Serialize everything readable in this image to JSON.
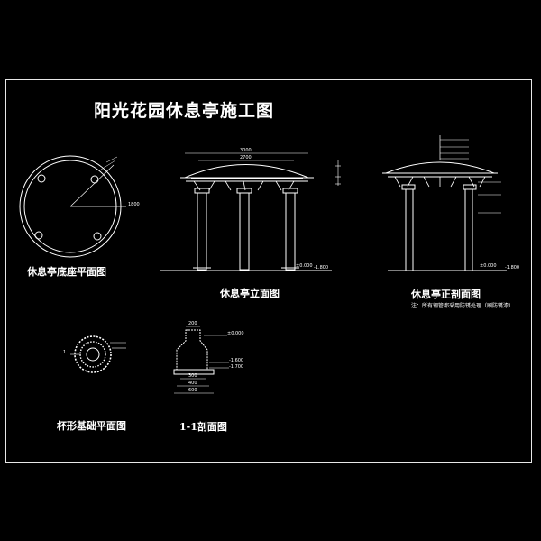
{
  "title": "阳光花园休息亭施工图",
  "labels": {
    "base_plan": "休息亭底座平面图",
    "elevation": "休息亭立面图",
    "section": "休息亭正剖面图",
    "foundation_plan": "杯形基础平面图",
    "section_11": "1-1剖面图"
  },
  "notes": {
    "section_note": "注：所有钢管都采用防锈处理（刷防锈漆）"
  },
  "dims": {
    "plan_r": "1800",
    "elev_top": "3000",
    "elev_inner": "2700",
    "elev_ground": "±0.000",
    "elev_ground2": "-1.800",
    "sec_ground": "±0.000",
    "sec_ground2": "-1.800",
    "f_top": "200",
    "f_level": "±0.000",
    "f_lv2": "-1.600",
    "f_lv3": "-1.700",
    "f_w1": "300",
    "f_w2": "400",
    "f_w3": "600",
    "f_mark": "1"
  },
  "colors": {
    "line": "#ffffff",
    "background": "#000000"
  }
}
